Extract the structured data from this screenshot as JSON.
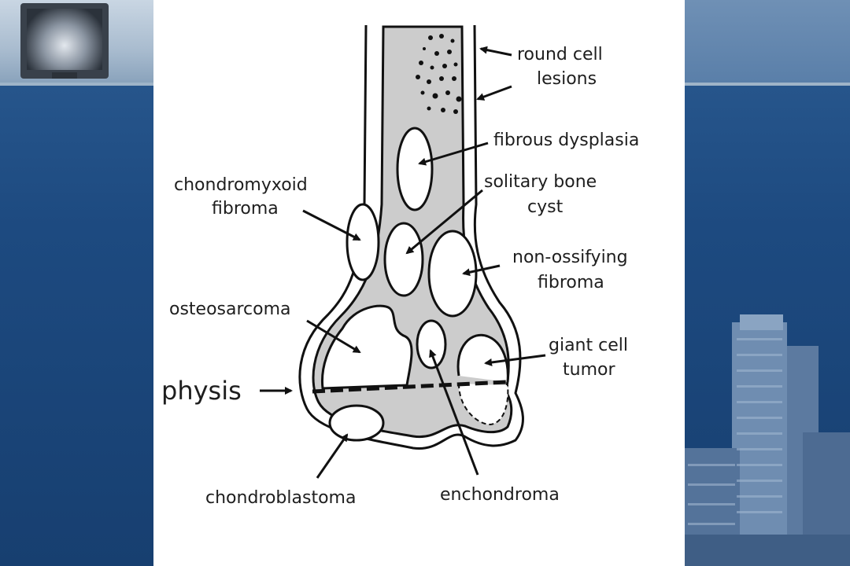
{
  "labels": {
    "round_cell_line1": "round cell",
    "round_cell_line2": "lesions",
    "fibrous_dysplasia": "fibrous dysplasia",
    "solitary_bone_cyst_line1": "solitary bone",
    "solitary_bone_cyst_line2": "cyst",
    "chondromyxoid_line1": "chondromyxoid",
    "chondromyxoid_line2": "fibroma",
    "non_ossifying_line1": "non-ossifying",
    "non_ossifying_line2": "fibroma",
    "osteosarcoma": "osteosarcoma",
    "giant_cell_line1": "giant cell",
    "giant_cell_line2": "tumor",
    "physis": "physis",
    "chondroblastoma": "chondroblastoma",
    "enchondroma": "enchondroma"
  },
  "colors": {
    "bone_fill": "#cccccc",
    "outline": "#111111",
    "panel": "#ffffff",
    "background": "#1d4a80"
  }
}
